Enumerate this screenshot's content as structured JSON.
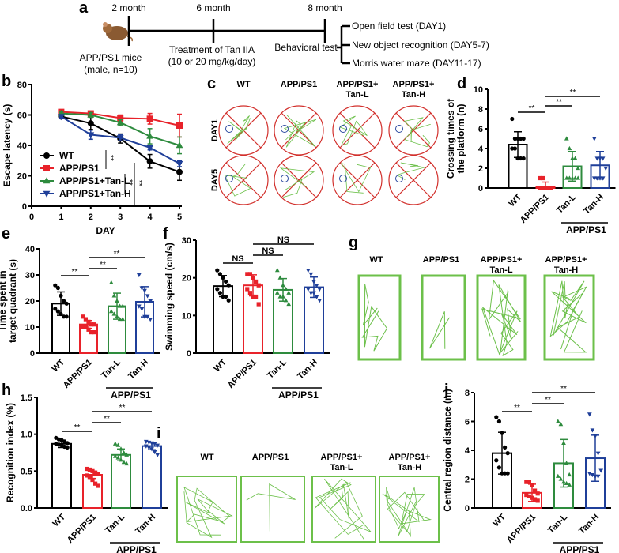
{
  "colors": {
    "WT": "#000000",
    "APP/PS1": "#e8222a",
    "Tan-L": "#2e8b3e",
    "Tan-H": "#1f3f99",
    "trajectory": "#6cc04a",
    "quadrant": "#d2302c",
    "platform": "#2c4aa0"
  },
  "panel_labels": [
    "a",
    "b",
    "c",
    "d",
    "e",
    "f",
    "g",
    "h",
    "i",
    "j"
  ],
  "timeline": {
    "times": [
      "2 month",
      "6 month",
      "8 month"
    ],
    "start_label": [
      "APP/PS1 mice",
      "(male, n=10)"
    ],
    "treatment_label": [
      "Treatment of Tan IIA",
      "(10 or 20 mg/kg/day)"
    ],
    "behavior_label": "Behavioral test",
    "tests": [
      "Open field test (DAY1)",
      "New object recognition (DAY5-7)",
      "Morris water maze (DAY11-17)"
    ],
    "icon": "mouse-photo"
  },
  "group_labels": [
    "WT",
    "APP/PS1",
    "Tan-L",
    "Tan-H"
  ],
  "group_bracket_label": "APP/PS1",
  "trajectory_headers": [
    "WT",
    "APP/PS1",
    "APP/PS1+|Tan-L",
    "APP/PS1+|Tan-H"
  ],
  "maze_rows": [
    "DAY1",
    "DAY5"
  ],
  "chart_data": [
    {
      "panel": "b",
      "type": "line",
      "xlabel": "DAY",
      "ylabel": "Escape latency (s)",
      "xlim": [
        0,
        5
      ],
      "ylim": [
        0,
        80
      ],
      "xticks": [
        0,
        1,
        2,
        3,
        4,
        5
      ],
      "yticks": [
        0,
        20,
        40,
        60,
        80
      ],
      "x": [
        1,
        2,
        3,
        4,
        5
      ],
      "legend": "bottom-left",
      "series": [
        {
          "name": "WT",
          "marker": "circle",
          "values": [
            59,
            54.5,
            44.5,
            29.5,
            22.5
          ],
          "error": [
            1,
            4,
            3,
            4.5,
            5.5
          ]
        },
        {
          "name": "APP/PS1",
          "marker": "square",
          "values": [
            62,
            61,
            58,
            57.5,
            53
          ],
          "error": [
            1,
            1.5,
            2,
            3.5,
            7.5
          ]
        },
        {
          "name": "APP/PS1+Tan-L",
          "marker": "triangle-up",
          "values": [
            61,
            60,
            55,
            46,
            40
          ],
          "error": [
            1,
            1.5,
            2,
            5,
            5.5
          ]
        },
        {
          "name": "APP/PS1+Tan-H",
          "marker": "triangle-down",
          "values": [
            59,
            47,
            45,
            38.5,
            28
          ],
          "error": [
            1,
            3,
            2,
            1.5,
            2
          ]
        }
      ],
      "annotations": [
        "**",
        "**",
        "**"
      ]
    },
    {
      "panel": "d",
      "type": "bar",
      "ylabel": "Crossing times of|the platform (n)",
      "ylim": [
        0,
        10
      ],
      "yticks": [
        0,
        2,
        4,
        6,
        8,
        10
      ],
      "values": [
        4.4,
        0.1,
        2.2,
        2.3
      ],
      "sd": [
        1.3,
        0.5,
        1.5,
        1.4
      ],
      "points": [
        [
          7,
          5,
          5,
          5,
          5,
          4,
          4,
          3,
          3,
          3
        ],
        [
          1,
          1,
          0,
          0,
          0,
          0,
          0,
          0,
          0,
          0
        ],
        [
          5,
          4,
          3,
          3,
          2,
          1,
          1,
          1,
          1,
          1
        ],
        [
          5,
          3,
          3,
          3,
          2,
          1,
          1,
          1,
          1
        ]
      ],
      "significance": [
        {
          "from": 0,
          "to": 1,
          "label": "**"
        },
        {
          "from": 1,
          "to": 2,
          "label": "**"
        },
        {
          "from": 1,
          "to": 3,
          "label": "**"
        }
      ]
    },
    {
      "panel": "e",
      "type": "bar",
      "ylabel": "Time spent in|target quadrant (s)",
      "ylim": [
        0,
        40
      ],
      "yticks": [
        0,
        10,
        20,
        30,
        40
      ],
      "values": [
        19,
        11,
        18,
        19.7
      ],
      "sd": [
        4.5,
        1.5,
        5,
        5.8
      ],
      "points": [
        [
          26,
          25,
          22,
          20,
          19,
          17,
          16,
          15,
          14,
          14
        ],
        [
          14,
          13,
          12,
          11,
          11,
          10,
          10,
          9,
          8,
          8
        ],
        [
          27,
          22,
          20,
          18,
          18,
          16,
          15,
          14,
          13,
          13
        ],
        [
          30,
          25,
          24,
          22,
          20,
          18,
          17,
          14,
          14,
          13
        ]
      ],
      "significance": [
        {
          "from": 0,
          "to": 1,
          "label": "**"
        },
        {
          "from": 1,
          "to": 2,
          "label": "**"
        },
        {
          "from": 1,
          "to": 3,
          "label": "**"
        }
      ]
    },
    {
      "panel": "f",
      "type": "bar",
      "ylabel": "Swimming speed (cm/s)",
      "ylim": [
        0,
        30
      ],
      "yticks": [
        0,
        10,
        20,
        30
      ],
      "values": [
        17.8,
        18,
        16.8,
        17.5
      ],
      "sd": [
        2.8,
        2.8,
        3,
        2.7
      ],
      "points": [
        [
          22,
          21,
          20,
          19,
          18,
          17,
          16,
          15,
          15,
          14
        ],
        [
          21,
          21,
          20,
          19,
          18,
          17,
          16,
          15,
          15,
          13
        ],
        [
          22,
          20,
          18,
          17,
          16,
          16,
          15,
          15,
          14,
          13
        ],
        [
          22,
          21,
          19,
          18,
          17,
          17,
          16,
          16,
          15,
          14
        ]
      ],
      "significance": [
        {
          "from": 0,
          "to": 1,
          "label": "NS"
        },
        {
          "from": 1,
          "to": 2,
          "label": "NS"
        },
        {
          "from": 1,
          "to": 3,
          "label": "NS"
        }
      ]
    },
    {
      "panel": "h",
      "type": "bar",
      "ylabel": "Recognition index (%)",
      "ylim": [
        0,
        1.5
      ],
      "yticks": [
        "0.0",
        "0.5",
        "1.0",
        "1.5"
      ],
      "values": [
        0.87,
        0.45,
        0.72,
        0.84
      ],
      "sd": [
        0.05,
        0.05,
        0.08,
        0.05
      ],
      "points": [
        [
          0.95,
          0.93,
          0.92,
          0.9,
          0.88,
          0.87,
          0.86,
          0.85,
          0.83,
          0.82
        ],
        [
          0.53,
          0.52,
          0.5,
          0.48,
          0.46,
          0.44,
          0.42,
          0.38,
          0.33,
          0.3
        ],
        [
          0.87,
          0.85,
          0.8,
          0.75,
          0.72,
          0.7,
          0.68,
          0.65,
          0.62,
          0.6
        ],
        [
          0.9,
          0.89,
          0.88,
          0.87,
          0.85,
          0.84,
          0.82,
          0.8,
          0.76,
          0.72
        ]
      ],
      "significance": [
        {
          "from": 0,
          "to": 1,
          "label": "**"
        },
        {
          "from": 1,
          "to": 2,
          "label": "**"
        },
        {
          "from": 1,
          "to": 3,
          "label": "**"
        }
      ]
    },
    {
      "panel": "j",
      "type": "bar",
      "ylabel": "Central region distance (m)",
      "ylim": [
        0,
        8
      ],
      "yticks": [
        0,
        2,
        4,
        6,
        8
      ],
      "values": [
        3.8,
        1.05,
        3.1,
        3.45
      ],
      "sd": [
        1.45,
        0.6,
        1.65,
        1.6
      ],
      "points": [
        [
          6.3,
          6,
          5.2,
          4.2,
          3.8,
          3.3,
          2.8,
          2.4,
          2.4,
          2.4
        ],
        [
          1.8,
          1.8,
          1.6,
          1.2,
          1,
          0.9,
          0.8,
          0.7,
          0.6,
          0.5
        ],
        [
          6,
          5.8,
          4.5,
          3.1,
          2.3,
          2.2,
          2,
          1.8,
          1.7,
          1.6
        ],
        [
          6.5,
          5.4,
          5,
          3.8,
          2.6,
          2.4,
          2.3,
          2.2,
          2.2
        ]
      ],
      "significance": [
        {
          "from": 0,
          "to": 1,
          "label": "**"
        },
        {
          "from": 1,
          "to": 2,
          "label": "**"
        },
        {
          "from": 1,
          "to": 3,
          "label": "**"
        }
      ]
    }
  ]
}
